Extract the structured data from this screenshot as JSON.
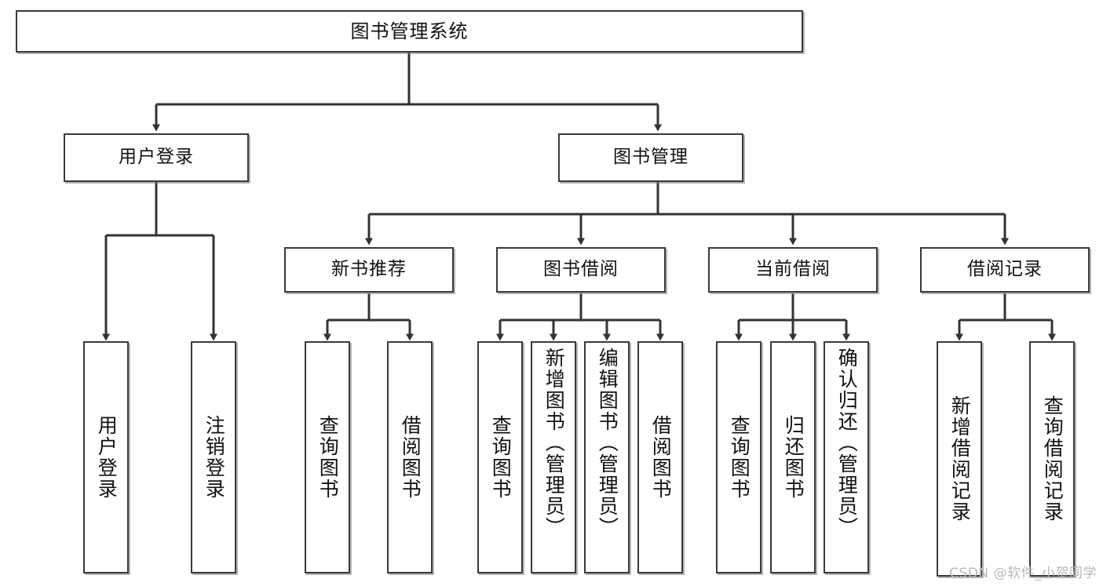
{
  "diagram": {
    "title": "图书管理系统",
    "watermark": "CSDN @软件_小贺同学",
    "colors": {
      "box_border": "#3a3a3a",
      "box_fill": "#ffffff",
      "connector": "#333333",
      "text": "#111111",
      "watermark": "#b9b9b9",
      "page_background": "#ffffff"
    },
    "root": {
      "label": "图书管理系统"
    },
    "level2": [
      {
        "label": "用户登录"
      },
      {
        "label": "图书管理"
      }
    ],
    "level3": [
      {
        "label": "新书推荐"
      },
      {
        "label": "图书借阅"
      },
      {
        "label": "当前借阅"
      },
      {
        "label": "借阅记录"
      }
    ],
    "leaves": {
      "user_login": [
        {
          "label": "用户登录"
        },
        {
          "label": "注销登录"
        }
      ],
      "new_book_recommend": [
        {
          "label": "查询图书"
        },
        {
          "label": "借阅图书"
        }
      ],
      "book_borrow": [
        {
          "label": "查询图书"
        },
        {
          "label": "新增图书（管理员）"
        },
        {
          "label": "编辑图书（管理员）"
        },
        {
          "label": "借阅图书"
        }
      ],
      "current_borrow": [
        {
          "label": "查询图书"
        },
        {
          "label": "归还图书"
        },
        {
          "label": "确认归还（管理员）"
        }
      ],
      "borrow_record": [
        {
          "label": "新增借阅记录"
        },
        {
          "label": "查询借阅记录"
        }
      ]
    }
  }
}
